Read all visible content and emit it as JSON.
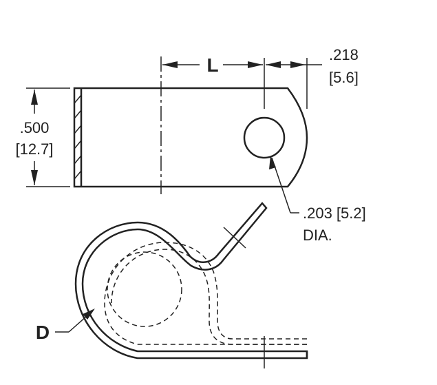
{
  "labels": {
    "length_letter": "L",
    "tab_offset_in": ".218",
    "tab_offset_mm": "[5.6]",
    "width_in": ".500",
    "width_mm": "[12.7]",
    "hole_dia": ".203 [5.2]",
    "hole_dia_suffix": "DIA.",
    "diameter_letter": "D"
  }
}
